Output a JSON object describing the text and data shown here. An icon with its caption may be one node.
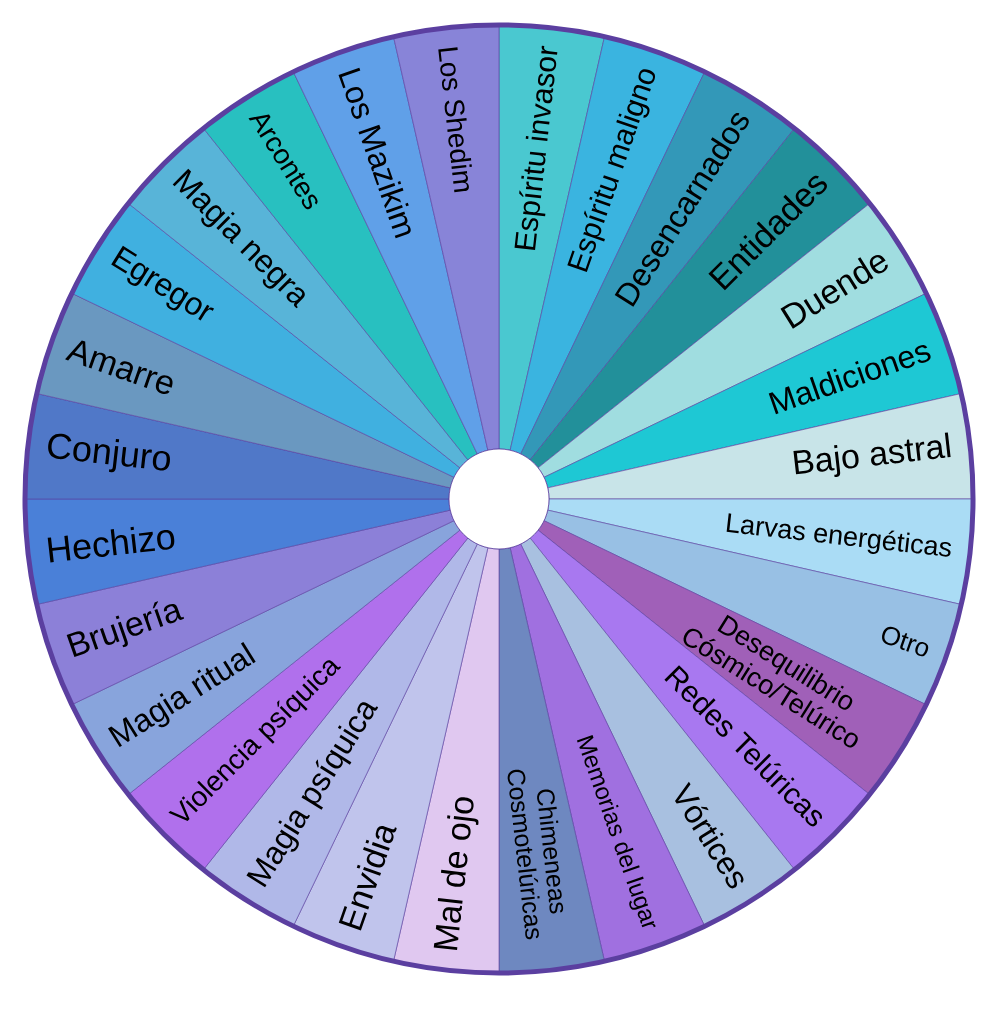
{
  "diagram": {
    "nodes": [
      {
        "text": [
          "Espíritu invasor"
        ]
      },
      {
        "text": [
          "Espíritu maligno"
        ]
      },
      {
        "text": [
          "Desencarnados"
        ]
      },
      {
        "text": [
          "Entidades"
        ]
      },
      {
        "text": [
          "Duende"
        ]
      },
      {
        "text": [
          "Maldiciones"
        ]
      },
      {
        "text": [
          "Bajo astral"
        ]
      },
      {
        "text": [
          "Larvas energéticas"
        ]
      },
      {
        "text": [
          "Otro"
        ]
      },
      {
        "text": [
          "Desequilibrio Cósmico/Telúrico"
        ]
      },
      {
        "text": [
          "Redes Telúricas"
        ]
      },
      {
        "text": [
          "Vórtices"
        ]
      },
      {
        "text": [
          "Memorias del lugar"
        ]
      },
      {
        "text": [
          "Chimeneas Cosmotelúricas"
        ]
      },
      {
        "text": [
          "Mal de ojo"
        ]
      },
      {
        "text": [
          "Envidia"
        ]
      },
      {
        "text": [
          "Magia psíquica"
        ]
      },
      {
        "text": [
          "Violencia psíquica"
        ]
      },
      {
        "text": [
          "Magia ritual"
        ]
      },
      {
        "text": [
          "Brujería"
        ]
      },
      {
        "text": [
          "Hechizo"
        ]
      },
      {
        "text": [
          "Conjuro"
        ]
      },
      {
        "text": [
          "Amarre"
        ]
      },
      {
        "text": [
          "Egregor"
        ]
      },
      {
        "text": [
          "Magia negra"
        ]
      },
      {
        "text": [
          "Arcontes"
        ]
      },
      {
        "text": [
          "Los Mazikim"
        ]
      },
      {
        "text": [
          "Los Shedim"
        ]
      },
      {
        "text": [],
        "shape": "circle"
      }
    ]
  }
}
